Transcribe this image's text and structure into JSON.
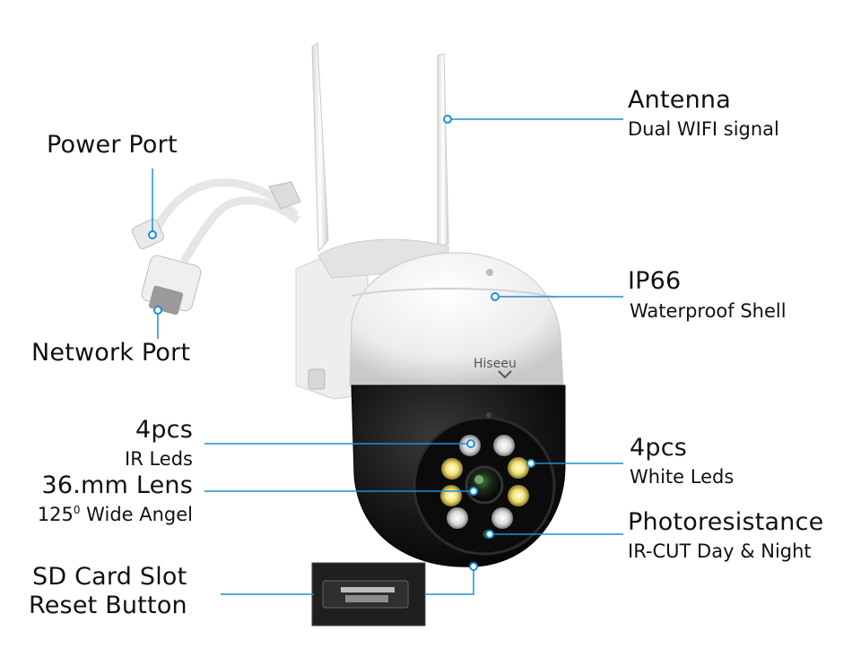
{
  "brand": "Hiseeu",
  "callouts": {
    "antenna": {
      "title": "Antenna",
      "subtitle": "Dual WIFI signal"
    },
    "power_port": {
      "title": "Power Port"
    },
    "network_port": {
      "title": "Network Port"
    },
    "ip66": {
      "title": "IP66",
      "subtitle": "Waterproof Shell"
    },
    "ir_leds": {
      "title": "4pcs",
      "subtitle": "IR Leds"
    },
    "lens": {
      "title": "36.mm Lens",
      "subtitle_prefix": "125",
      "subtitle_sup": "0",
      "subtitle_suffix": " Wide Angel"
    },
    "white_leds": {
      "title": "4pcs",
      "subtitle": "White Leds"
    },
    "photoresistance": {
      "title": "Photoresistance",
      "subtitle": "IR-CUT Day & Night"
    },
    "sd_card": {
      "title_line1": "SD Card Slot",
      "title_line2": "Reset Button"
    }
  },
  "colors": {
    "callout_line": "#1a8fd6",
    "shell_white": "#f4f4f4",
    "dome_black": "#151515"
  }
}
